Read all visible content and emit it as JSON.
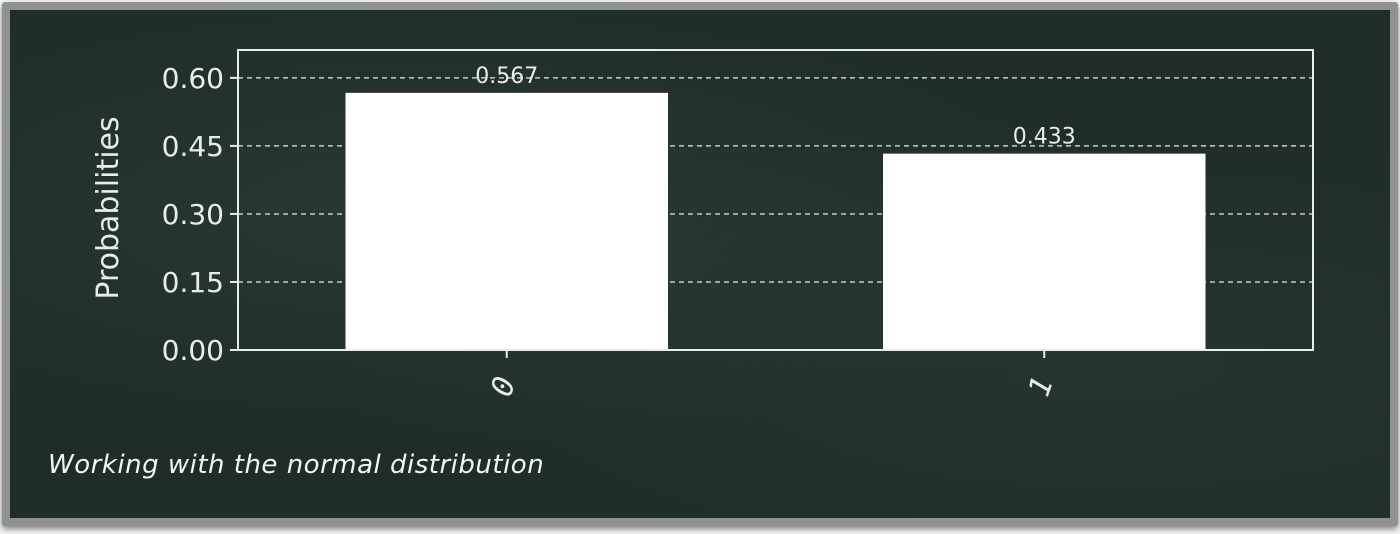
{
  "caption": "Working with the normal distribution",
  "colors": {
    "board": "#1f2c29",
    "frame": "#8e938e",
    "bar": "#ffffff",
    "text": "#e9ece9",
    "grid": "#c8ccc8"
  },
  "chart_data": {
    "type": "bar",
    "categories": [
      "0",
      "1"
    ],
    "values": [
      0.567,
      0.433
    ],
    "data_labels": [
      "0.567",
      "0.433"
    ],
    "ylabel": "Probabilities",
    "xlabel": "",
    "ylim": [
      0,
      0.6615
    ],
    "yticks": [
      0.0,
      0.15,
      0.3,
      0.45,
      0.6
    ],
    "ytick_labels": [
      "0.00",
      "0.15",
      "0.30",
      "0.45",
      "0.60"
    ],
    "grid": "horizontal dashed",
    "legend": "none"
  }
}
